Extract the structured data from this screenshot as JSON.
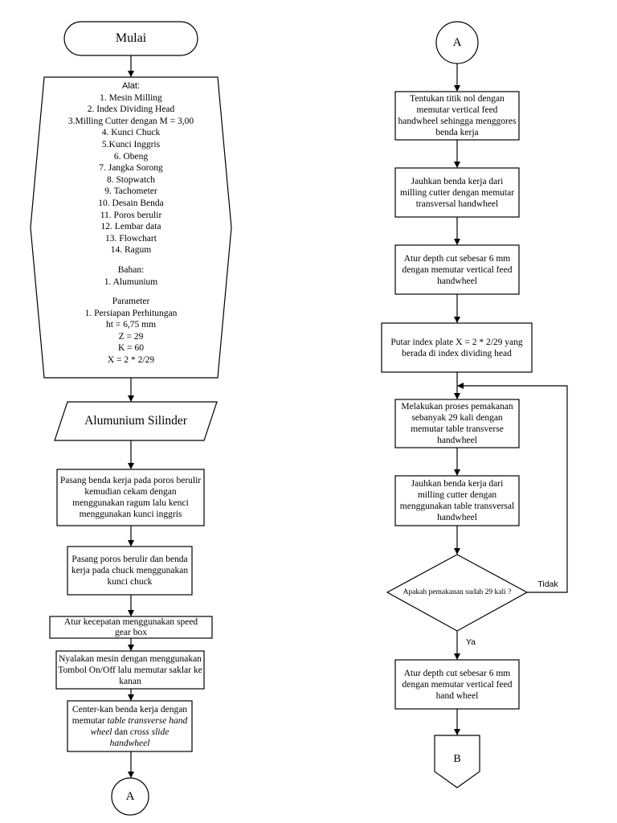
{
  "left": {
    "start": "Mulai",
    "tools_header": "Alat:",
    "tools": [
      "1. Mesin Milling",
      "2. Index Dividing Head",
      "3.Milling Cutter dengan M = 3,00",
      "4. Kunci Chuck",
      "5.Kunci Inggris",
      "6. Obeng",
      "7. Jangka Sorong",
      "8. Stopwatch",
      "9. Tachometer",
      "10. Desain Benda",
      "11. Poros berulir",
      "12. Lembar data",
      "13. Flowchart",
      "14. Ragum"
    ],
    "materials_header": "Bahan:",
    "materials": [
      "1. Alumunium"
    ],
    "params_header": "Parameter",
    "params": [
      "1. Persiapan Perhitungan",
      "ht = 6,75 mm",
      "Z = 29",
      "K = 60",
      "X = 2 * 2/29"
    ],
    "input": "Alumunium Silinder",
    "step1": "Pasang benda kerja pada poros berulir kemudian cekam dengan menggunakan ragum lalu kenci menggunakan kunci inggris",
    "step2": "Pasang poros berulir dan benda kerja pada chuck menggunakan kunci chuck",
    "step3": "Atur kecepatan menggunakan speed gear box",
    "step4": "Nyalakan mesin dengan menggunakan Tombol On/Off lalu memutar saklar ke kanan",
    "step5_a": "Center-kan benda kerja dengan memutar ",
    "step5_b": "table transverse hand wheel",
    "step5_c": " dan ",
    "step5_d": "cross slide handwheel",
    "connector": "A"
  },
  "right": {
    "connector": "A",
    "step1": "Tentukan titik nol dengan memutar vertical feed handwheel sehingga menggores benda kerja",
    "step2": "Jauhkan benda kerja dari milling cutter dengan memutar transversal handwheel",
    "step3": "Atur depth cut sebesar 6 mm dengan memutar vertical feed handwheel",
    "step4": "Putar index plate X = 2 * 2/29 yang berada di index dividing head",
    "step5": "Melakukan proses pemakanan sebanyak 29 kali dengan memutar table transverse handwheel",
    "step6": "Jauhkan benda kerja dari milling cutter dengan menggunakan table transversal handwheel",
    "decision": "Apakah pemakanan sudah 29 kali ?",
    "no_label": "Tidak",
    "yes_label": "Ya",
    "step7": "Atur depth cut sebesar 6 mm dengan memutar vertical feed hand wheel",
    "end_connector": "B"
  }
}
